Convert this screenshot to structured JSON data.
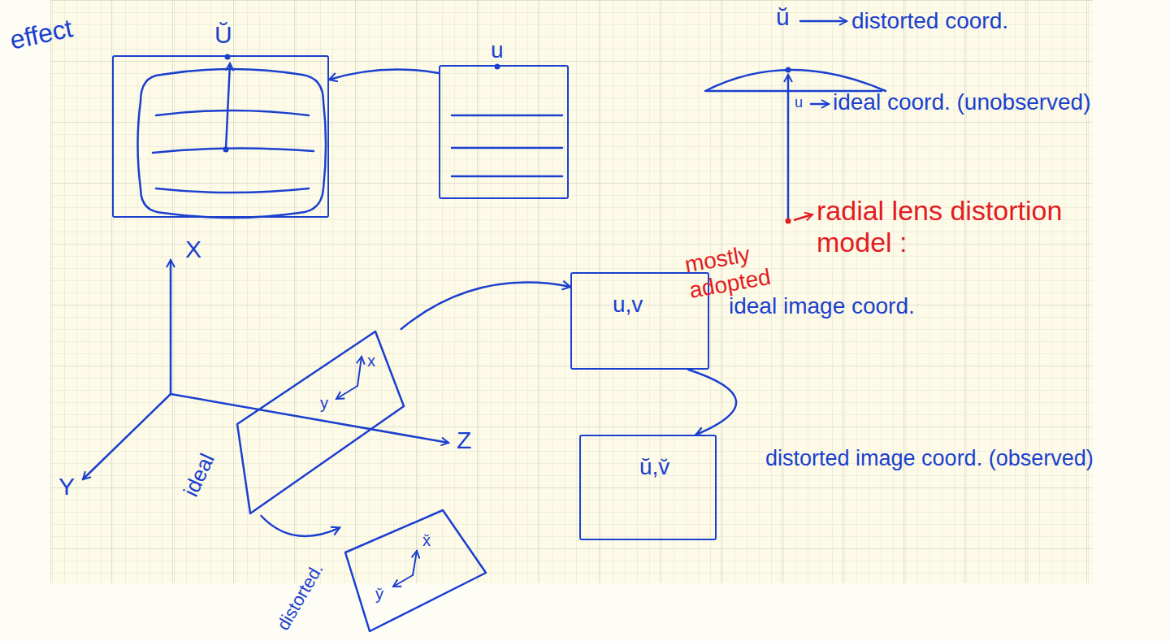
{
  "diagram": {
    "nodes": [
      {
        "text": [
          "Ŭ"
        ]
      },
      {
        "text": [
          "u"
        ]
      },
      {
        "text": [
          "ideal",
          "x",
          "y"
        ]
      },
      {
        "text": [
          "distorted.",
          "x̆",
          "y̆"
        ]
      },
      {
        "text": [
          "u,v",
          "ideal image coord."
        ]
      },
      {
        "text": [
          "ŭ,v̆",
          "distorted image coord. (observed)"
        ]
      }
    ],
    "edges": [
      {
        "from": 1,
        "to": 0,
        "arrow": "to"
      },
      {
        "from": 2,
        "to": 4,
        "arrow": "to"
      },
      {
        "from": 4,
        "to": 5,
        "arrow": "to"
      },
      {
        "from": 2,
        "to": 3,
        "arrow": "to"
      }
    ],
    "labels": [
      "effect",
      "X",
      "Y",
      "Z",
      "ŭ",
      "distorted coord.",
      "u",
      "ideal coord. (unobserved)",
      "mostly adopted",
      "radial lens distortion model :"
    ]
  }
}
